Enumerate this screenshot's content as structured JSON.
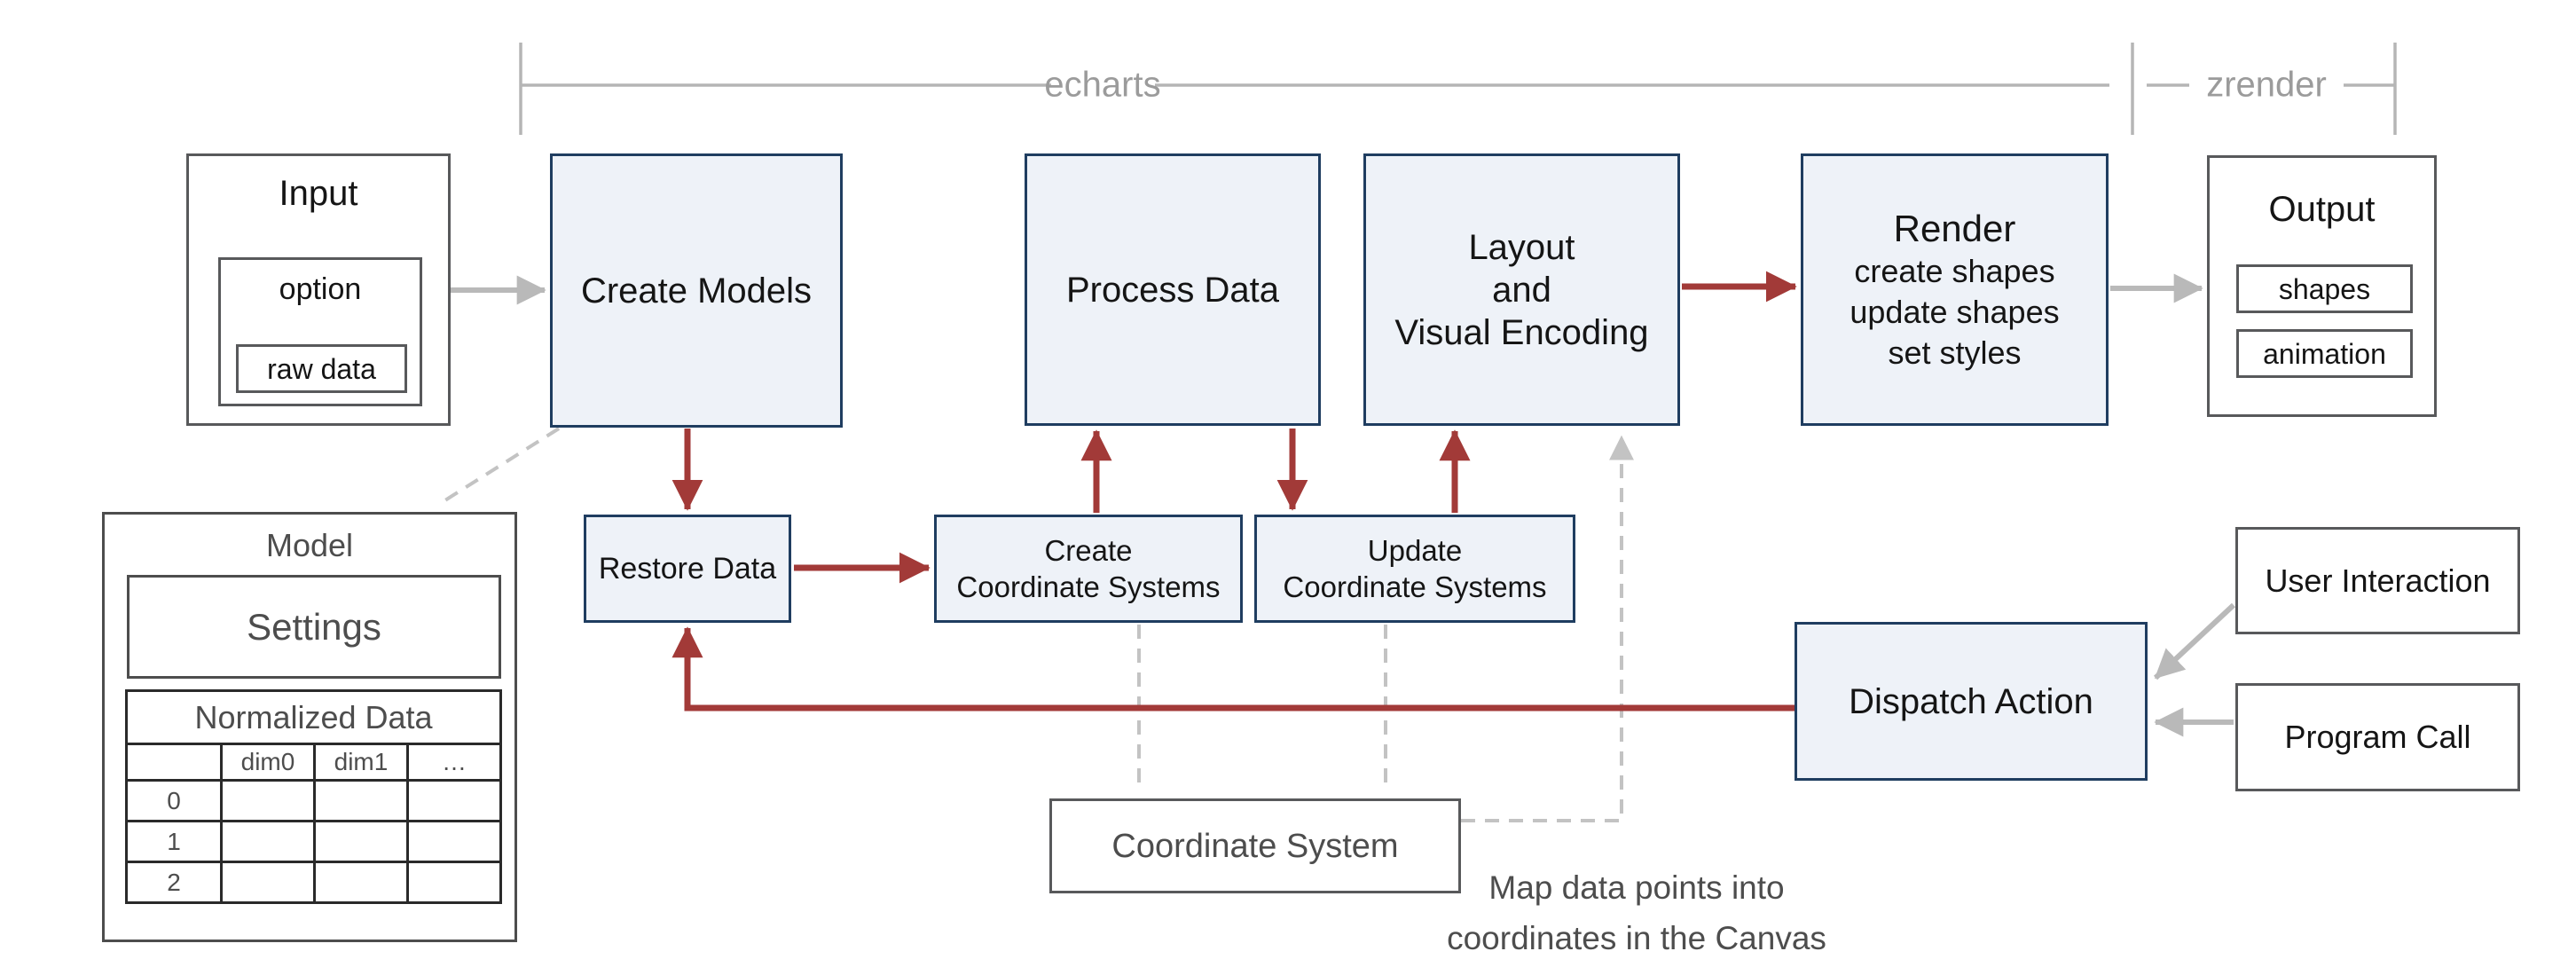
{
  "brackets": {
    "echarts": "echarts",
    "zrender": "zrender"
  },
  "input": {
    "title": "Input",
    "option": "option",
    "raw_data": "raw data"
  },
  "create_models": {
    "label": "Create Models"
  },
  "process_data": {
    "label": "Process Data"
  },
  "layout_box": {
    "lines": [
      "Layout",
      "and",
      "Visual Encoding"
    ]
  },
  "render_box": {
    "title": "Render",
    "lines": [
      "create shapes",
      "update shapes",
      "set styles"
    ]
  },
  "output": {
    "title": "Output",
    "shapes": "shapes",
    "animation": "animation"
  },
  "restore_data": {
    "label": "Restore Data"
  },
  "create_coord": {
    "lines": [
      "Create",
      "Coordinate Systems"
    ]
  },
  "update_coord": {
    "lines": [
      "Update",
      "Coordinate Systems"
    ]
  },
  "dispatch_action": {
    "label": "Dispatch Action"
  },
  "user_interaction": {
    "label": "User Interaction"
  },
  "program_call": {
    "label": "Program Call"
  },
  "model": {
    "title": "Model",
    "settings": "Settings",
    "table_title": "Normalized Data",
    "columns": [
      "dim0",
      "dim1",
      "…"
    ],
    "row_labels": [
      "0",
      "1",
      "2"
    ]
  },
  "coordinate_system": {
    "label": "Coordinate System"
  },
  "annotation": {
    "lines": [
      "Map data points into",
      "coordinates in the Canvas"
    ]
  },
  "colors": {
    "accent_red": "#a23a38",
    "navy_border": "#1f3d60",
    "blue_box_fill": "#eef2f8",
    "gray_arrow": "#b9b9b9",
    "bracket_gray": "#b5b5b5",
    "dashed_gray": "#c3c3c3",
    "label_gray": "#4d4d4d"
  }
}
